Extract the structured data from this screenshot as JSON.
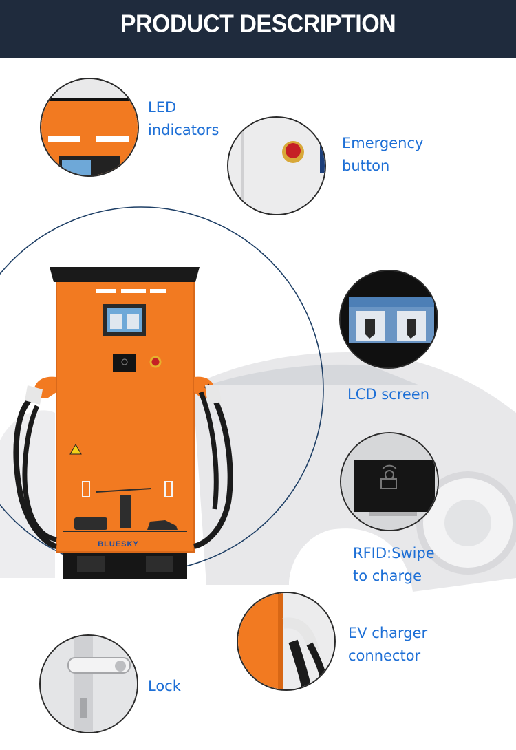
{
  "header": {
    "title": "PRODUCT DESCRIPTION"
  },
  "features": [
    {
      "lines": [
        "LED",
        "indicators"
      ]
    },
    {
      "lines": [
        "Emergency",
        "button"
      ]
    },
    {
      "lines": [
        "LCD screen"
      ]
    },
    {
      "lines": [
        "RFID:Swipe",
        "to charge"
      ]
    },
    {
      "lines": [
        "EV charger",
        "connector"
      ]
    },
    {
      "lines": [
        "Lock"
      ]
    }
  ],
  "charger": {
    "brand": "BLUESKY",
    "body_color": "#f27a21",
    "icons": [
      "rfid-icon",
      "emergency-stop-icon",
      "warning-icon",
      "battery-icon",
      "bus-icon",
      "car-icon",
      "charging-post-icon"
    ]
  },
  "colors": {
    "header_bg": "#1f2b3d",
    "label_blue": "#1d6fd6",
    "orange": "#f27a21",
    "circle_line": "#1e3f66"
  }
}
